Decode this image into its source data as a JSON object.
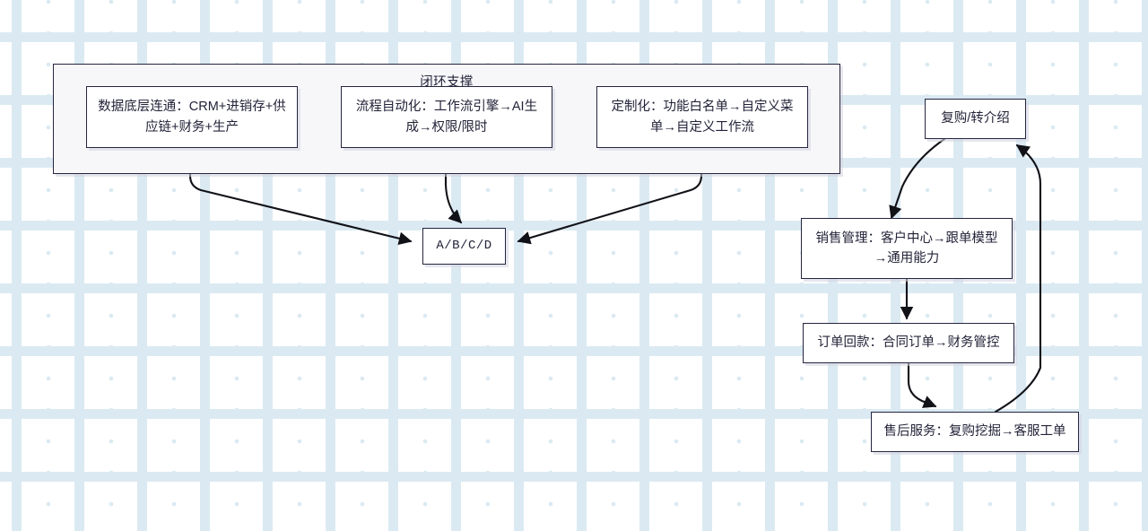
{
  "diagram": {
    "background": {
      "grid_dot_color": "#dbeaf2",
      "page_color": "#ffffff"
    },
    "palette": {
      "node_border": "#252540",
      "node_fill": "#ffffff",
      "cluster_fill": "#f7f7fa",
      "text": "#232339",
      "edge": "#111118"
    },
    "cluster": {
      "title": "闭环支撑",
      "nodes": [
        {
          "id": "data-layer",
          "label": "数据底层连通：CRM+进销存+供\n应链+财务+生产"
        },
        {
          "id": "process-automation",
          "label": "流程自动化：工作流引擎→AI生\n成→权限/限时"
        },
        {
          "id": "customization",
          "label": "定制化：功能白名单→自定义菜\n单→自定义工作流"
        }
      ]
    },
    "target_node": {
      "id": "abcd",
      "label": "A/B/C/D"
    },
    "flow_nodes": [
      {
        "id": "repurchase",
        "label": "复购/转介绍"
      },
      {
        "id": "sales-management",
        "label": "销售管理：客户中心→跟单模型\n→通用能力"
      },
      {
        "id": "order-payment",
        "label": "订单回款：合同订单→财务管控"
      },
      {
        "id": "after-sales",
        "label": "售后服务：复购挖掘→客服工单"
      }
    ],
    "edges": [
      {
        "from": "data-layer",
        "to": "abcd"
      },
      {
        "from": "process-automation",
        "to": "abcd"
      },
      {
        "from": "customization",
        "to": "abcd"
      },
      {
        "from": "repurchase",
        "to": "sales-management"
      },
      {
        "from": "sales-management",
        "to": "order-payment"
      },
      {
        "from": "order-payment",
        "to": "after-sales"
      },
      {
        "from": "after-sales",
        "to": "repurchase"
      }
    ]
  }
}
